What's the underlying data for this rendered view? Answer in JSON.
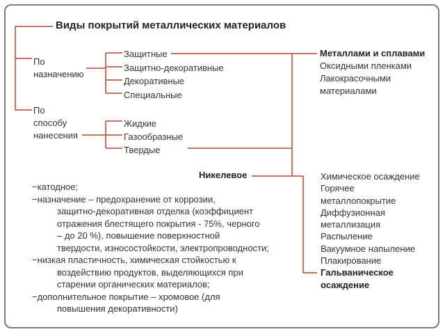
{
  "title": "Виды покрытий металлических материалов",
  "by_purpose": {
    "label_lines": [
      "По",
      "назначению"
    ],
    "items": [
      "Защитные",
      "Защитно-декоративные",
      "Декоративные",
      "Специальные"
    ]
  },
  "by_method": {
    "label_lines": [
      "По",
      "способу",
      "нанесения"
    ],
    "items": [
      "Жидкие",
      "Газообразные",
      "Твердые"
    ]
  },
  "coatings": {
    "heading": "Металлами и сплавами",
    "others": [
      "Оксидными пленками",
      "Лакокрасочными",
      "материалами"
    ]
  },
  "nickel": {
    "heading": "Никелевое",
    "notes": [
      {
        "text": "−катодное;",
        "cont": []
      },
      {
        "text": "−назначение – предохранение от коррозии,",
        "cont": [
          "защитно-декоративная отделка (коэффициент",
          "отражения блестящего покрытия - 75%, черного",
          "– до 20 %), повышение поверхностной",
          "твердости, износостойкости, электропроводности;"
        ]
      },
      {
        "text": "−низкая пластичность, химическая стойкостью к",
        "cont": [
          "воздействию продуктов, выделяющихся при",
          "старении органических материалов;"
        ]
      },
      {
        "text": "−дополнительное покрытие – хромовое (для",
        "cont": [
          "повышения декоративности)"
        ]
      }
    ]
  },
  "methods": {
    "items": [
      "Химическое осаждение",
      "Горячее",
      "металлопокрытие",
      "Диффузионная",
      "металлизация",
      "Распыление",
      "Вакуумное напыление",
      "Плакирование"
    ],
    "bold_lines": [
      "Гальваническое",
      "осаждение"
    ]
  },
  "colors": {
    "line": "#b2442f",
    "frame": "#7a7a7a",
    "text": "#333333"
  }
}
